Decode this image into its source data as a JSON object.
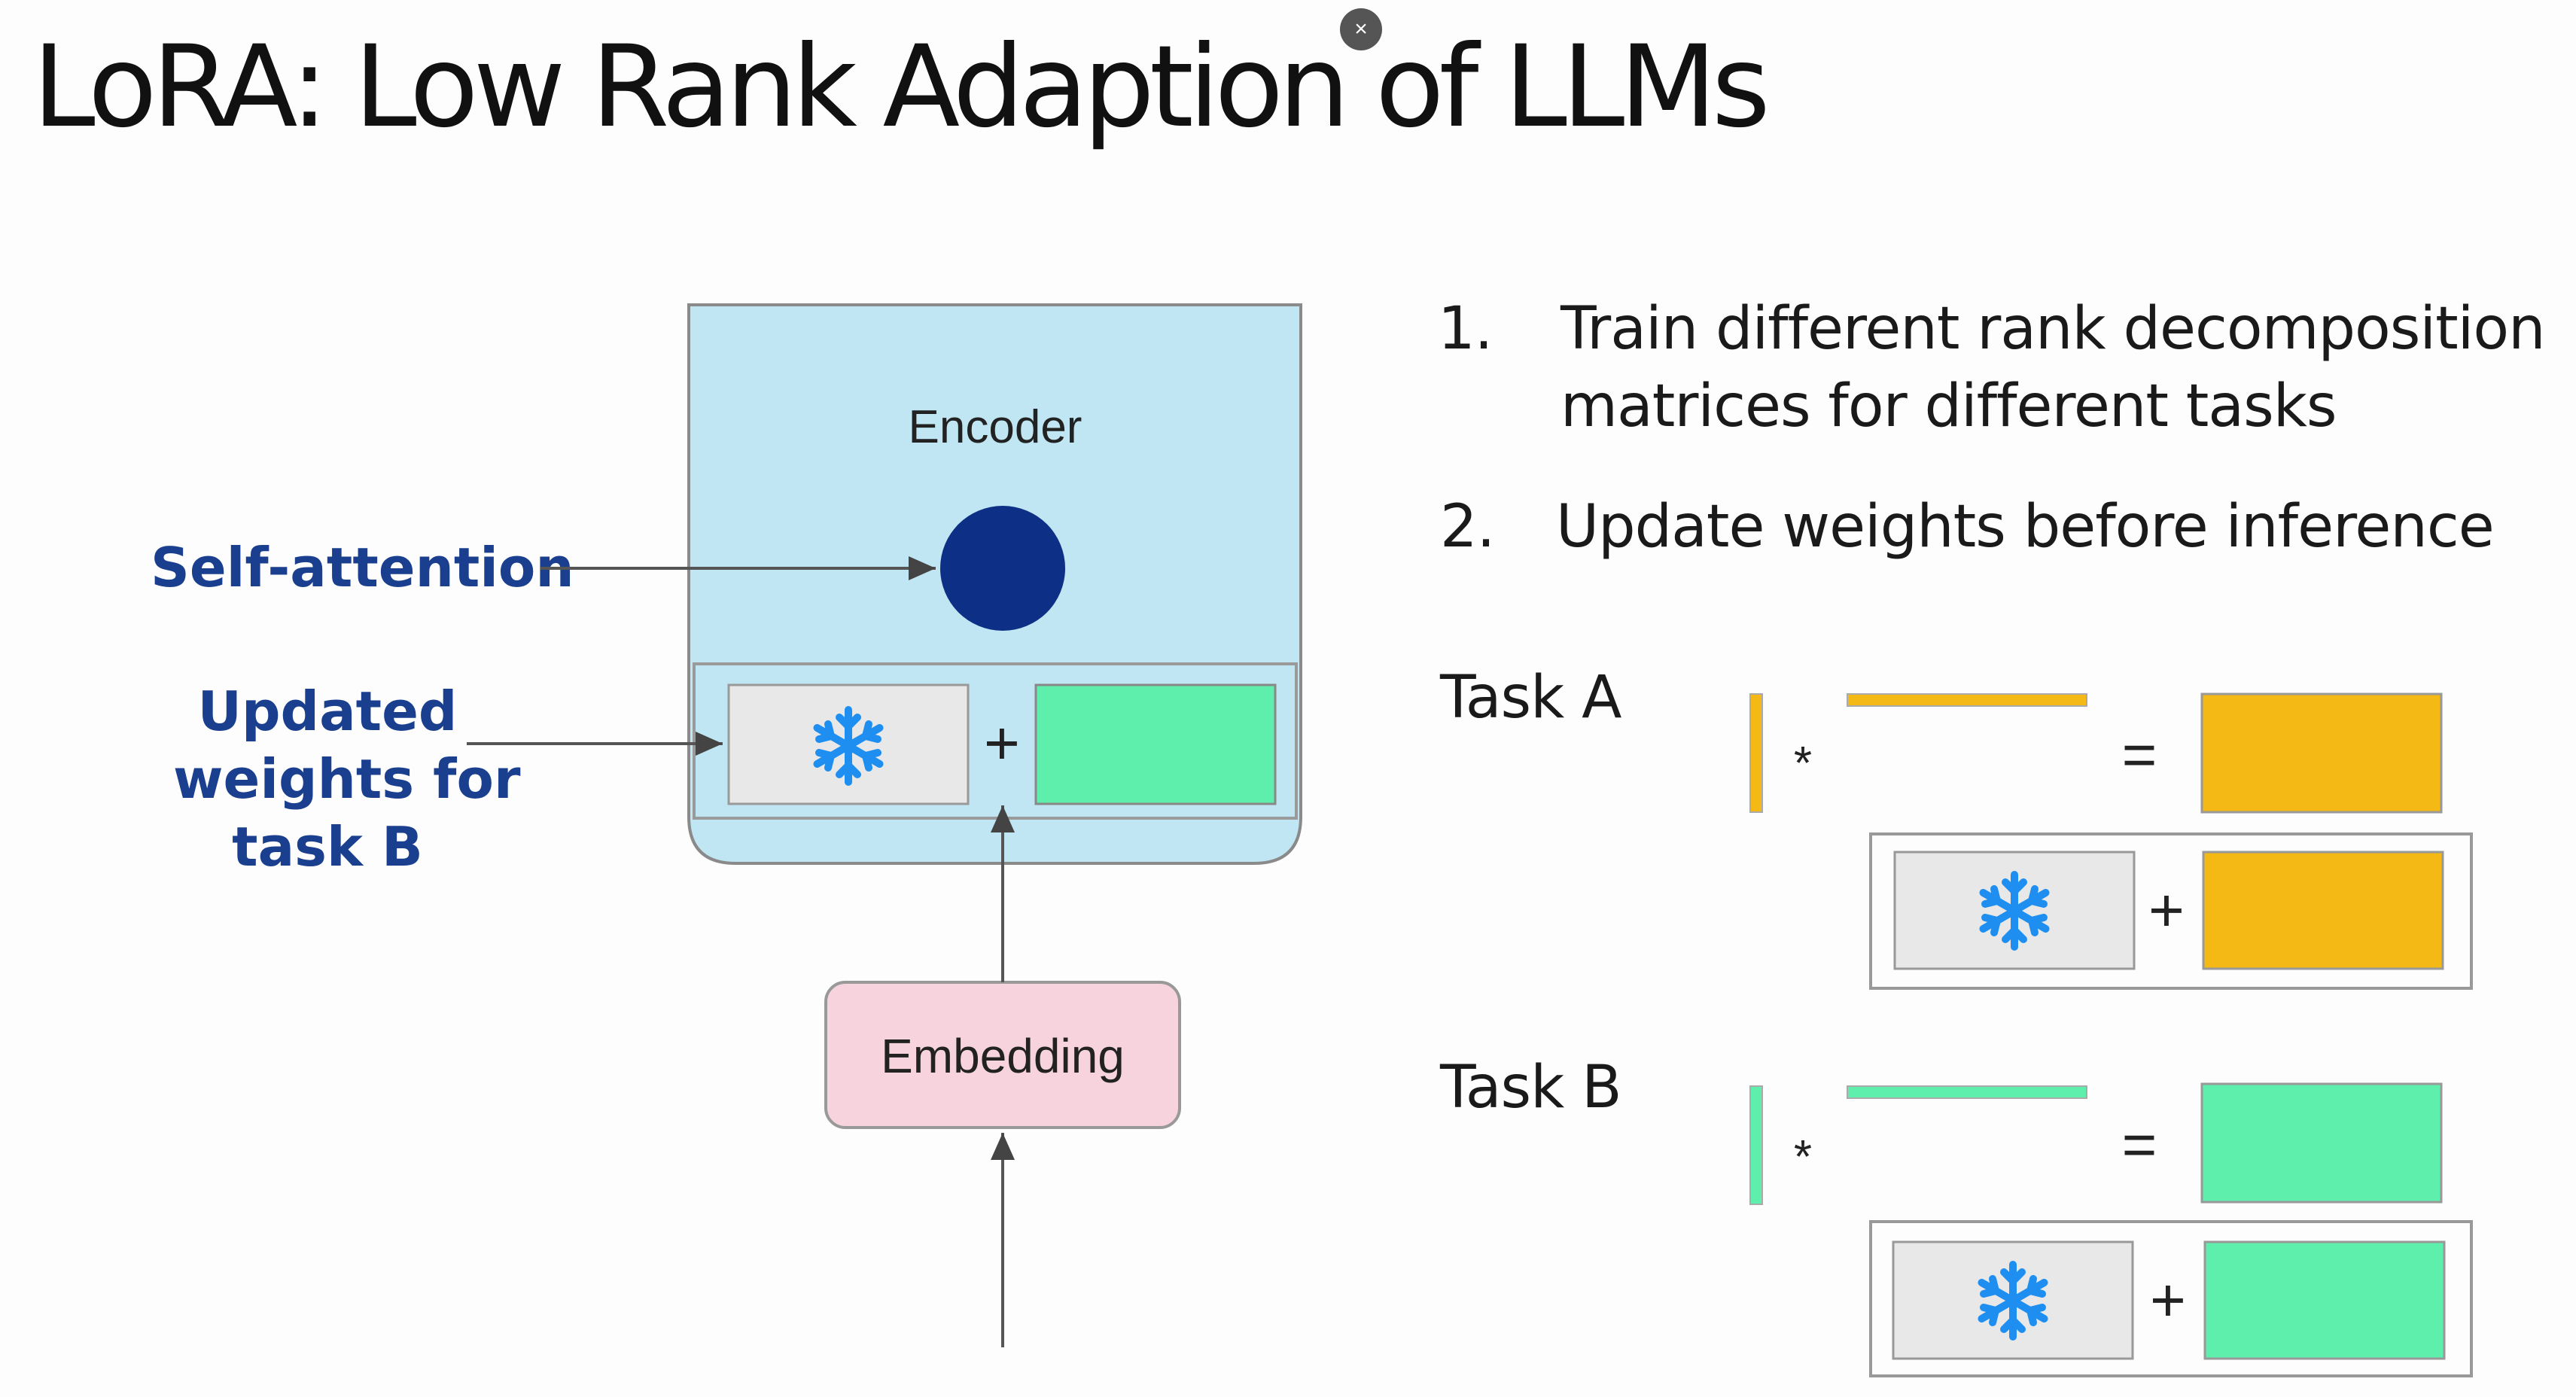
{
  "slide": {
    "title": "LoRA: Low Rank Adaption of LLMs",
    "close_symbol": "×"
  },
  "diagram": {
    "encoder_label": "Encoder",
    "embedding_label": "Embedding",
    "self_attention_label": "Self-attention",
    "updated_weights_lines": [
      "Updated",
      "weights for",
      "task B"
    ],
    "plus_symbol": "+",
    "frozen_icon": "snowflake-icon"
  },
  "list": [
    {
      "number": "1.",
      "lines": [
        "Train different rank decomposition",
        "matrices for different tasks"
      ]
    },
    {
      "number": "2.",
      "lines": [
        "Update weights before inference"
      ]
    }
  ],
  "tasks": [
    {
      "label": "Task A",
      "color": "#f4b915",
      "multiply": "*",
      "equals": "=",
      "plus": "+"
    },
    {
      "label": "Task B",
      "color": "#5fefad",
      "multiply": "*",
      "equals": "=",
      "plus": "+"
    }
  ],
  "colors": {
    "encoder_fill": "#bfe6f2",
    "embedding_fill": "#f7d4dd",
    "self_attention_dot": "#0e2f86",
    "frozen_box": "#e8e8e8",
    "snowflake": "#1e8ff0",
    "label_blue": "#1a3f8f"
  }
}
